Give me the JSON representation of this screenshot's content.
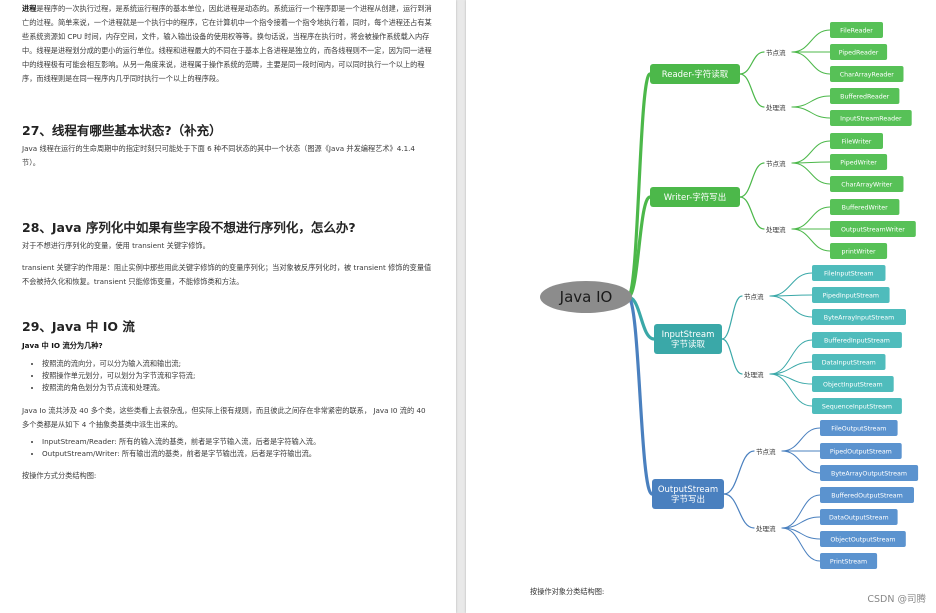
{
  "left_page": {
    "intro_bold": "进程",
    "intro_text": "是程序的一次执行过程，是系统运行程序的基本单位，因此进程是动态的。系统运行一个程序即是一个进程从创建，运行到消亡的过程。简单来说，一个进程就是一个执行中的程序，它在计算机中一个指令接着一个指令地执行着，同时，每个进程还占有某些系统资源如 CPU 时间，内存空间，文件，输入输出设备的使用权等等。换句话说，当程序在执行时，将会被操作系统载入内存中。线程是进程划分成的更小的运行单位。线程和进程最大的不同在于基本上各进程是独立的，而各线程则不一定，因为同一进程中的线程极有可能会相互影响。从另一角度来说，进程属于操作系统的范畴，主要是同一段时间内，可以同时执行一个以上的程序，而线程则是在同一程序内几乎同时执行一个以上的程序段。",
    "section27": {
      "title": "27、线程有哪些基本状态?（补充）",
      "text": "Java 线程在运行的生命周期中的指定时刻只可能处于下面 6 种不同状态的其中一个状态（图源《Java 并发编程艺术》4.1.4 节）。"
    },
    "section28": {
      "title": "28、Java 序列化中如果有些字段不想进行序列化，怎么办?",
      "text1": "对于不想进行序列化的变量，使用 transient 关键字修饰。",
      "text2": "transient 关键字的作用是：阻止实例中那些用此关键字修饰的的变量序列化；当对象被反序列化时，被 transient 修饰的变量值不会被持久化和恢复。transient 只能修饰变量，不能修饰类和方法。"
    },
    "section29": {
      "title": "29、Java 中 IO 流",
      "subtitle": "Java 中 IO 流分为几种?",
      "bullets1": [
        "按照流的流向分，可以分为输入流和输出流;",
        "按照操作单元划分，可以划分为字节流和字符流;",
        "按照流的角色划分为节点流和处理流。"
      ],
      "text": "Java Io 流共涉及 40 多个类，这些类看上去很杂乱，但实际上很有规则，而且彼此之间存在非常紧密的联系， Java I0 流的 40 多个类都是从如下 4 个抽象类基类中派生出来的。",
      "bullets2": [
        "InputStream/Reader: 所有的输入流的基类，前者是字节输入流，后者是字符输入流。",
        "OutputStream/Writer: 所有输出流的基类，前者是字节输出流，后者是字符输出流。"
      ],
      "closing": "按操作方式分类结构图:"
    }
  },
  "right_page": {
    "mindmap": {
      "root": "Java IO",
      "colors": {
        "root_fill": "#8c8c8c",
        "green": "#4cb84a",
        "green_light": "#57c157",
        "teal": "#3aa8a8",
        "teal_light": "#4fbcbc",
        "blue": "#4a80bf",
        "blue_light": "#5b93cf"
      },
      "branches": [
        {
          "label_lines": [
            "Reader-字符读取"
          ],
          "color": "green",
          "groups": [
            {
              "label": "节点流",
              "leaves": [
                "FileReader",
                "PipedReader",
                "CharArrayReader"
              ]
            },
            {
              "label": "处理流",
              "leaves": [
                "BufferedReader",
                "InputStreamReader"
              ]
            }
          ]
        },
        {
          "label_lines": [
            "Writer-字符写出"
          ],
          "color": "green",
          "groups": [
            {
              "label": "节点流",
              "leaves": [
                "FileWriter",
                "PipedWriter",
                "CharArrayWriter"
              ]
            },
            {
              "label": "处理流",
              "leaves": [
                "BufferedWriter",
                "OutputStreamWriter",
                "printWriter"
              ]
            }
          ]
        },
        {
          "label_lines": [
            "InputStream",
            "字节读取"
          ],
          "color": "teal",
          "groups": [
            {
              "label": "节点流",
              "leaves": [
                "FileInputStream",
                "PipedInputStream",
                "ByteArrayInputStream"
              ]
            },
            {
              "label": "处理流",
              "leaves": [
                "BufferedInputStream",
                "DataInputStream",
                "ObjectInputStream",
                "SequenceInputStream"
              ]
            }
          ]
        },
        {
          "label_lines": [
            "OutputStream",
            "字节写出"
          ],
          "color": "blue",
          "groups": [
            {
              "label": "节点流",
              "leaves": [
                "FileOutputStream",
                "PipedOutputStream",
                "ByteArrayOutputStream"
              ]
            },
            {
              "label": "处理流",
              "leaves": [
                "BufferedOutputStream",
                "DataOutputStream",
                "ObjectOutputStream",
                "PrintStream"
              ]
            }
          ]
        }
      ]
    },
    "caption": "按操作对象分类结构图:"
  },
  "watermark": "CSDN @司腾"
}
